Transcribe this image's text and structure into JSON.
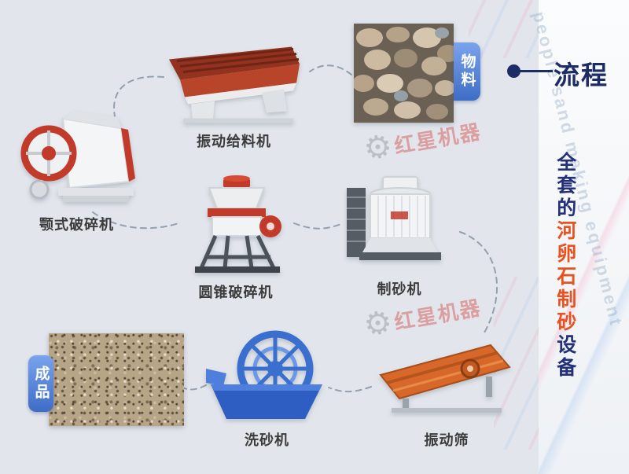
{
  "colors": {
    "background": "#e2e6ec",
    "accent_blue": "#3e6dc6",
    "navy_title": "#1d2b66",
    "side_title_navy": "#23307a",
    "side_title_orange": "#e85120",
    "brand_red": "#d23c3c",
    "label_text": "#3b3b3b",
    "connector_gray": "#93a0ad"
  },
  "header": {
    "flow_title": "流程"
  },
  "tags": {
    "material": "物料",
    "product": "成品"
  },
  "nodes": [
    {
      "id": "vibrating-feeder",
      "label": "振动给料机"
    },
    {
      "id": "jaw-crusher",
      "label": "颚式破碎机"
    },
    {
      "id": "cone-crusher",
      "label": "圆锥破碎机"
    },
    {
      "id": "sand-maker",
      "label": "制砂机"
    },
    {
      "id": "sand-washer",
      "label": "洗砂机"
    },
    {
      "id": "vibrating-screen",
      "label": "振动筛"
    }
  ],
  "side_panel": {
    "title_parts": [
      "全套的",
      "河卵石制砂",
      "设备"
    ],
    "watermark_en": "people sand making equipment"
  },
  "brand": {
    "name": "红星机器"
  },
  "icons": {
    "gear": "⚙"
  }
}
